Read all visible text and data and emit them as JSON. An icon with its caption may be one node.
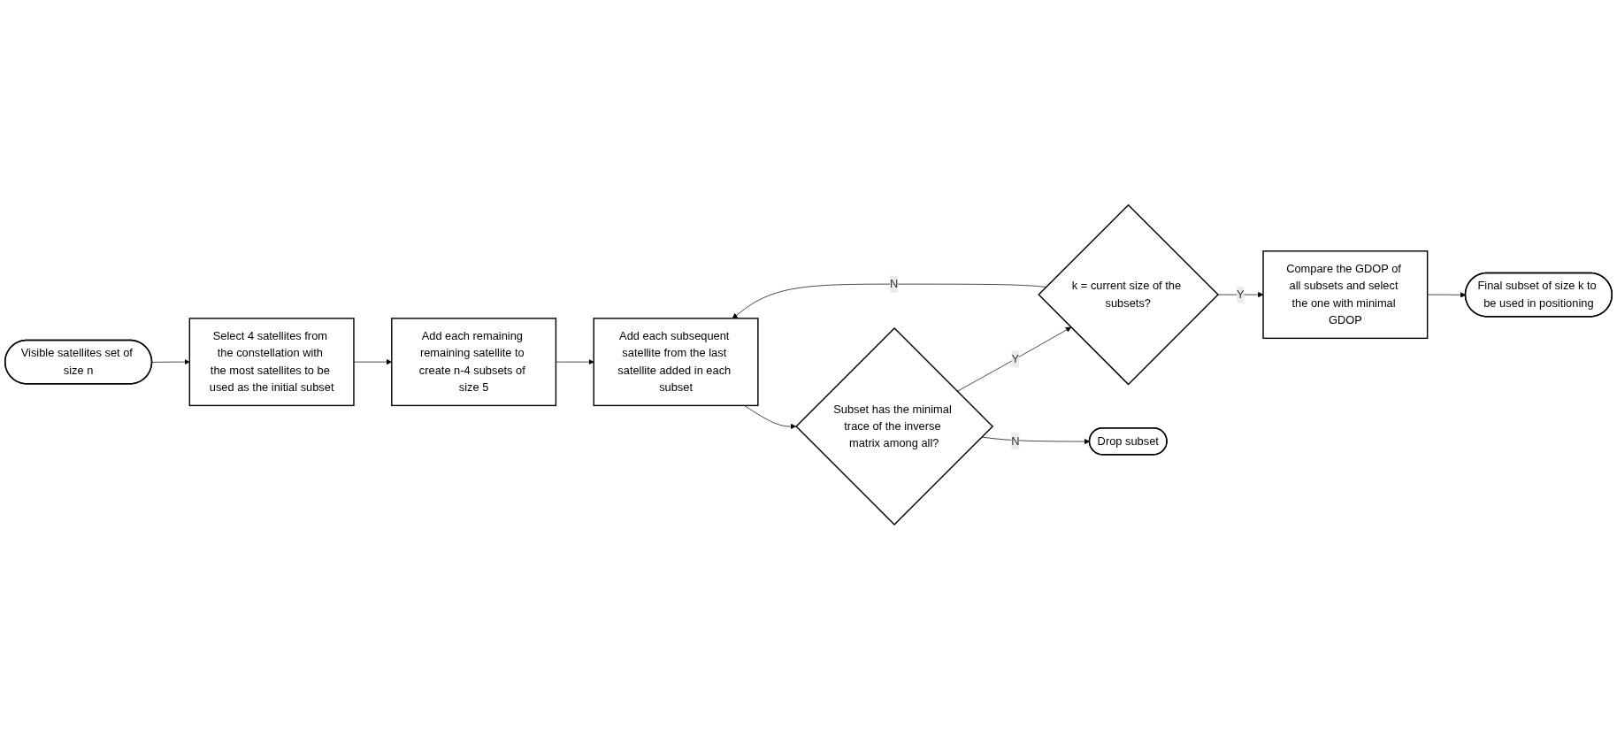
{
  "diagram": {
    "nodes": [
      {
        "text": [
          "Visible satellites set of size n"
        ]
      },
      {
        "text": [
          "Select 4 satellites from the constellation with the most satellites to be used as the initial subset"
        ]
      },
      {
        "text": [
          "Add each remaining remaining satellite to create n-4 subsets of size 5"
        ]
      },
      {
        "text": [
          "Add each subsequent satellite from the last satellite added in each subset"
        ]
      },
      {
        "text": [
          "Subset has the minimal trace of the inverse matrix among all?"
        ]
      },
      {
        "text": [
          "k = current size of the subsets?"
        ]
      },
      {
        "text": [
          "Compare the GDOP of all subsets and select the one with minimal GDOP"
        ]
      },
      {
        "text": [
          "Final subset of size k to be used in positioning"
        ]
      },
      {
        "text": [
          "Drop subset"
        ]
      }
    ],
    "edges": [
      {
        "from": 0,
        "to": 1,
        "arrow": "to"
      },
      {
        "from": 1,
        "to": 2,
        "arrow": "to"
      },
      {
        "from": 2,
        "to": 3,
        "arrow": "to"
      },
      {
        "from": 3,
        "to": 4,
        "arrow": "to"
      },
      {
        "from": 4,
        "to": 5,
        "label": "Y",
        "arrow": "to"
      },
      {
        "from": 5,
        "to": 6,
        "label": "Y",
        "arrow": "to"
      },
      {
        "from": 5,
        "to": 3,
        "label": "N",
        "arrow": "to"
      },
      {
        "from": 6,
        "to": 7,
        "arrow": "to"
      },
      {
        "from": 4,
        "to": 8,
        "label": "N",
        "arrow": "to"
      }
    ]
  }
}
